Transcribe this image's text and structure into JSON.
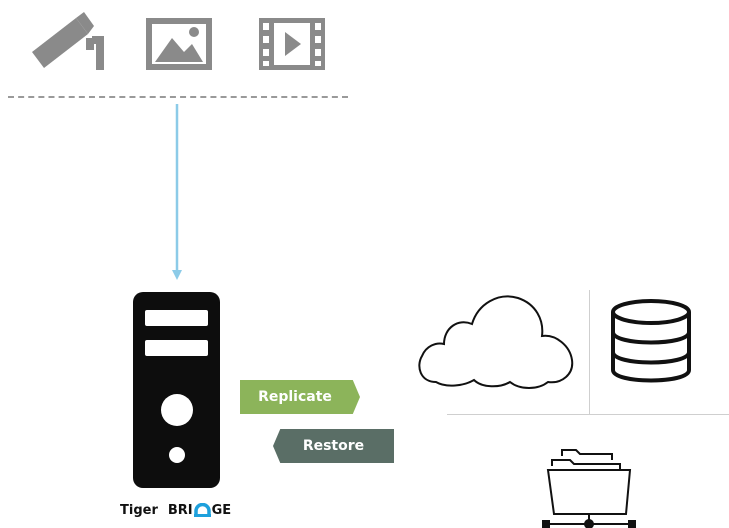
{
  "sources": {
    "icons": [
      "security-camera-icon",
      "image-icon",
      "video-icon"
    ],
    "icon_color": "#8a8a8a"
  },
  "flow": {
    "arrow_color": "#8ccbe8",
    "divider_color": "#9a9a9a"
  },
  "actions": {
    "replicate_label": "Replicate",
    "replicate_color": "#8cb45a",
    "restore_label": "Restore",
    "restore_color": "#5a6e66"
  },
  "brand": {
    "word1": "Tiger",
    "word2_prefix": "BRI",
    "word2_suffix": "GE",
    "logo_color": "#1ea0dc"
  },
  "targets": {
    "icons": [
      "cloud-icon",
      "database-icon",
      "network-folder-icon"
    ]
  }
}
